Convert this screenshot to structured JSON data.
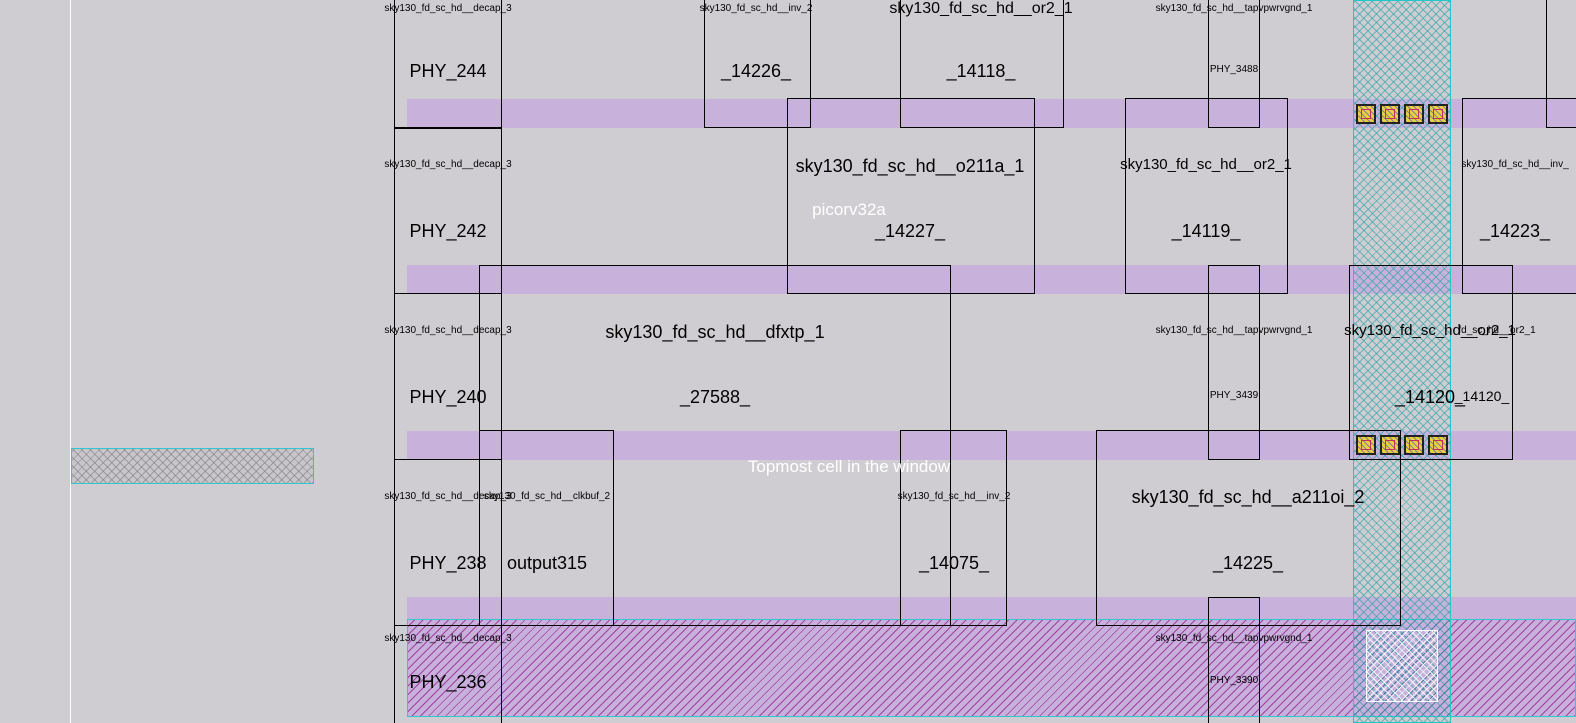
{
  "design": "picorv32a",
  "annotation": "Topmost cell in the window",
  "colors": {
    "background": "#cfcdd1",
    "rail": "#c8b0dc",
    "cell_border": "#000000"
  },
  "labels": {
    "r0_decap": "sky130_fd_sc_hd__decap_3",
    "r0_inv": "sky130_fd_sc_hd__inv_2",
    "r0_or2": "sky130_fd_sc_hd__or2_1",
    "r0_tap": "sky130_fd_sc_hd__tapvpwrvgnd_1",
    "r0_phy244": "PHY_244",
    "r0_14226": "_14226_",
    "r0_14118": "_14118_",
    "r0_phy3488": "PHY_3488",
    "r1_decap": "sky130_fd_sc_hd__decap_3",
    "r1_o211a": "sky130_fd_sc_hd__o211a_1",
    "r1_or2": "sky130_fd_sc_hd__or2_1",
    "r1_inv": "sky130_fd_sc_hd__inv_",
    "r1_phy242": "PHY_242",
    "r1_14227": "_14227_",
    "r1_14119": "_14119_",
    "r1_14223": "_14223_",
    "r2_decap": "sky130_fd_sc_hd__decap_3",
    "r2_dfxtp": "sky130_fd_sc_hd__dfxtp_1",
    "r2_tap": "sky130_fd_sc_hd__tapvpwrvgnd_1",
    "r2_or2a": "sky130_fd_sc_hd__or2_1",
    "r2_or2b": "fd_sc_hd__or2_1",
    "r2_phy240": "PHY_240",
    "r2_27588": "_27588_",
    "r2_phy3439": "PHY_3439",
    "r2_14120a": "_14120_",
    "r2_14120b": "_14120_",
    "r3_decap": "sky130_fd_sc_hd__decap_3",
    "r3_clkbuf": "sky130_fd_sc_hd__clkbuf_2",
    "r3_inv": "sky130_fd_sc_hd__inv_2",
    "r3_a211oi": "sky130_fd_sc_hd__a211oi_2",
    "r3_phy238": "PHY_238",
    "r3_output315": "output315",
    "r3_14075": "_14075_",
    "r3_14225": "_14225_",
    "r4_decap": "sky130_fd_sc_hd__decap_3",
    "r4_tap": "sky130_fd_sc_hd__tapvpwrvgnd_1",
    "r4_phy236": "PHY_236",
    "r4_phy3390": "PHY_3390"
  }
}
